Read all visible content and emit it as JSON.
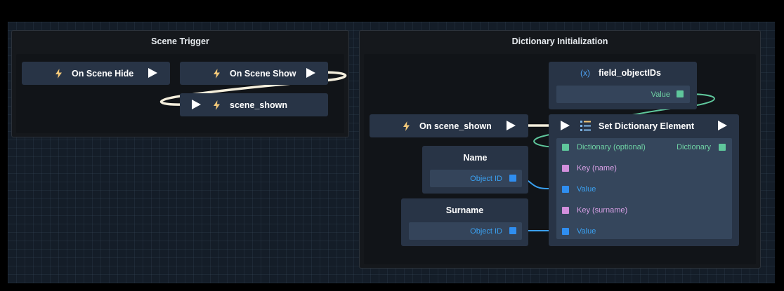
{
  "colors": {
    "background": "#000000",
    "grid": "#141d28",
    "node": "#283446",
    "flow_wire": "#f4eedc",
    "data_wire_blue": "#3aa0f0",
    "data_wire_green": "#5fc79c",
    "port_green": "#5fc79c",
    "port_pink": "#d28fdc",
    "port_blue": "#2f8ef0"
  },
  "groups": [
    {
      "title": "Scene Trigger"
    },
    {
      "title": "Dictionary Initialization"
    }
  ],
  "scene_trigger": {
    "on_scene_hide": {
      "label": "On Scene Hide",
      "icon": "lightning-icon"
    },
    "on_scene_show": {
      "label": "On Scene Show",
      "icon": "lightning-icon"
    },
    "scene_shown": {
      "label": "scene_shown",
      "icon": "lightning-icon"
    }
  },
  "dictionary_init": {
    "on_scene_shown": {
      "label": "On scene_shown",
      "icon": "lightning-icon"
    },
    "field_object_ids": {
      "title": "field_objectIDs",
      "icon_text": "(x)",
      "port_label": "Value"
    },
    "name_node": {
      "title": "Name",
      "port_label": "Object ID"
    },
    "surname_node": {
      "title": "Surname",
      "port_label": "Object ID"
    },
    "set_dict": {
      "title": "Set Dictionary Element",
      "icon": "list-icon",
      "rows": [
        {
          "label": "Dictionary (optional)",
          "output": "Dictionary"
        },
        {
          "label": "Key (name)"
        },
        {
          "label": "Value"
        },
        {
          "label": "Key (surname)"
        },
        {
          "label": "Value"
        }
      ]
    }
  }
}
